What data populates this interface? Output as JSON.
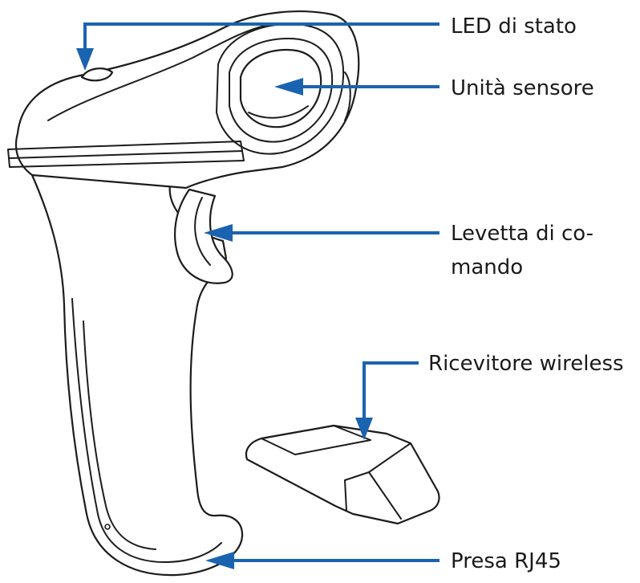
{
  "colors": {
    "callout": "#1a63b0",
    "outline": "#1c1c1c"
  },
  "callouts": [
    {
      "id": "led",
      "text": "LED di stato",
      "icon": "status-led"
    },
    {
      "id": "sensor",
      "text": "Unità sensore",
      "icon": "sensor-window"
    },
    {
      "id": "trigger",
      "text": "Levetta di co-\nmando",
      "icon": "trigger"
    },
    {
      "id": "receiver",
      "text": "Ricevitore wireless",
      "icon": "usb-dongle"
    },
    {
      "id": "port",
      "text": "Presa RJ45",
      "icon": "rj45-port"
    }
  ]
}
